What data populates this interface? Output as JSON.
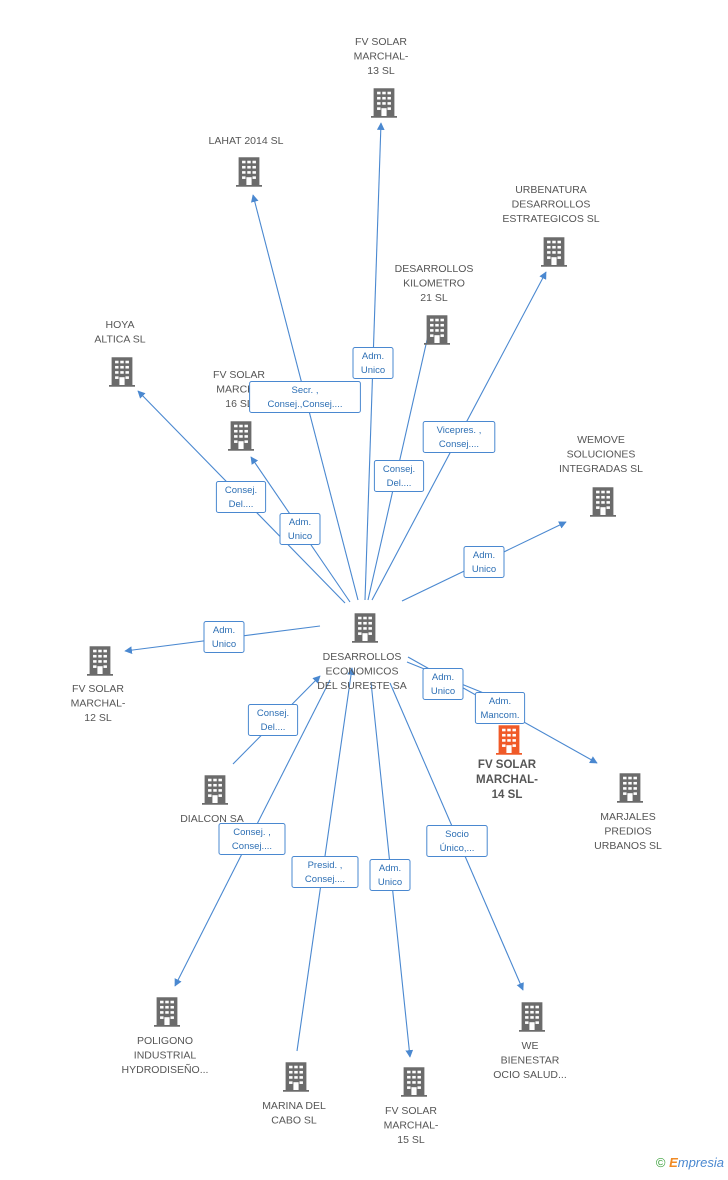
{
  "colors": {
    "edge": "#4a88d0",
    "node": "#6b6b6b",
    "highlight": "#f05a28",
    "label": "#555555"
  },
  "nodes": [
    {
      "id": "center",
      "icon": "building-icon",
      "lines": [
        "DESARROLLOS",
        "ECONOMICOS",
        "DEL SURESTE SA"
      ]
    },
    {
      "id": "fv13",
      "icon": "building-icon",
      "lines": [
        "FV SOLAR",
        "MARCHAL-",
        "13 SL"
      ]
    },
    {
      "id": "lahat",
      "icon": "building-icon",
      "lines": [
        "LAHAT 2014  SL"
      ]
    },
    {
      "id": "urbenatura",
      "icon": "building-icon",
      "lines": [
        "URBENATURA",
        "DESARROLLOS",
        "ESTRATEGICOS SL"
      ]
    },
    {
      "id": "kilometro",
      "icon": "building-icon",
      "lines": [
        "DESARROLLOS",
        "KILOMETRO",
        "21 SL"
      ]
    },
    {
      "id": "hoya",
      "icon": "building-icon",
      "lines": [
        "HOYA",
        "ALTICA SL"
      ]
    },
    {
      "id": "fv16",
      "icon": "building-icon",
      "lines": [
        "FV SOLAR",
        "MARCHA",
        "16 SL"
      ]
    },
    {
      "id": "wemove",
      "icon": "building-icon",
      "lines": [
        "WEMOVE",
        "SOLUCIONES",
        "INTEGRADAS SL"
      ]
    },
    {
      "id": "fv12",
      "icon": "building-icon",
      "lines": [
        "FV SOLAR",
        "MARCHAL-",
        "12 SL"
      ]
    },
    {
      "id": "fv14",
      "icon": "building-icon",
      "lines": [
        "FV SOLAR",
        "MARCHAL-",
        "14 SL"
      ],
      "highlight": true
    },
    {
      "id": "marjales",
      "icon": "building-icon",
      "lines": [
        "MARJALES",
        "PREDIOS",
        "URBANOS  SL"
      ]
    },
    {
      "id": "dialcon",
      "icon": "building-icon",
      "lines": [
        "DIALCON SA"
      ]
    },
    {
      "id": "poligono",
      "icon": "building-icon",
      "lines": [
        "POLIGONO",
        "INDUSTRIAL",
        "HYDRODISEÑO..."
      ]
    },
    {
      "id": "marina",
      "icon": "building-icon",
      "lines": [
        "MARINA DEL",
        "CABO  SL"
      ]
    },
    {
      "id": "fv15",
      "icon": "building-icon",
      "lines": [
        "FV SOLAR",
        "MARCHAL-",
        "15 SL"
      ]
    },
    {
      "id": "we",
      "icon": "building-icon",
      "lines": [
        "WE",
        "BIENESTAR",
        "OCIO SALUD..."
      ]
    }
  ],
  "edges": [
    {
      "from": "center",
      "to": "fv13",
      "label": [
        "Adm.",
        "Unico"
      ]
    },
    {
      "from": "center",
      "to": "lahat",
      "label": [
        "Secr. ,",
        "Consej.,Consej...."
      ]
    },
    {
      "from": "center",
      "to": "urbenatura",
      "label": [
        "Vicepres. ,",
        "Consej...."
      ]
    },
    {
      "from": "center",
      "to": "kilometro",
      "label": [
        "Consej.",
        "Del...."
      ]
    },
    {
      "from": "center",
      "to": "hoya",
      "label": [
        "Consej.",
        "Del...."
      ]
    },
    {
      "from": "center",
      "to": "fv16",
      "label": [
        "Adm.",
        "Unico"
      ]
    },
    {
      "from": "center",
      "to": "wemove",
      "label": [
        "Adm.",
        "Unico"
      ]
    },
    {
      "from": "center",
      "to": "fv12",
      "label": [
        "Adm.",
        "Unico"
      ]
    },
    {
      "from": "center",
      "to": "fv14",
      "label": [
        "Adm.",
        "Unico"
      ]
    },
    {
      "from": "center",
      "to": "marjales",
      "label": [
        "Adm.",
        "Mancom."
      ]
    },
    {
      "from": "dialcon",
      "to": "center",
      "label": [
        "Consej.",
        "Del...."
      ]
    },
    {
      "from": "center",
      "to": "poligono",
      "label": [
        "Consej. ,",
        "Consej...."
      ]
    },
    {
      "from": "marina",
      "to": "center",
      "label": [
        "Presid. ,",
        "Consej...."
      ]
    },
    {
      "from": "center",
      "to": "fv15",
      "label": [
        "Adm.",
        "Unico"
      ]
    },
    {
      "from": "center",
      "to": "we",
      "label": [
        "Socio",
        "Único,..."
      ]
    }
  ],
  "footer": {
    "copyright": "©",
    "brand_initial": "E",
    "brand_rest": "mpresia"
  }
}
